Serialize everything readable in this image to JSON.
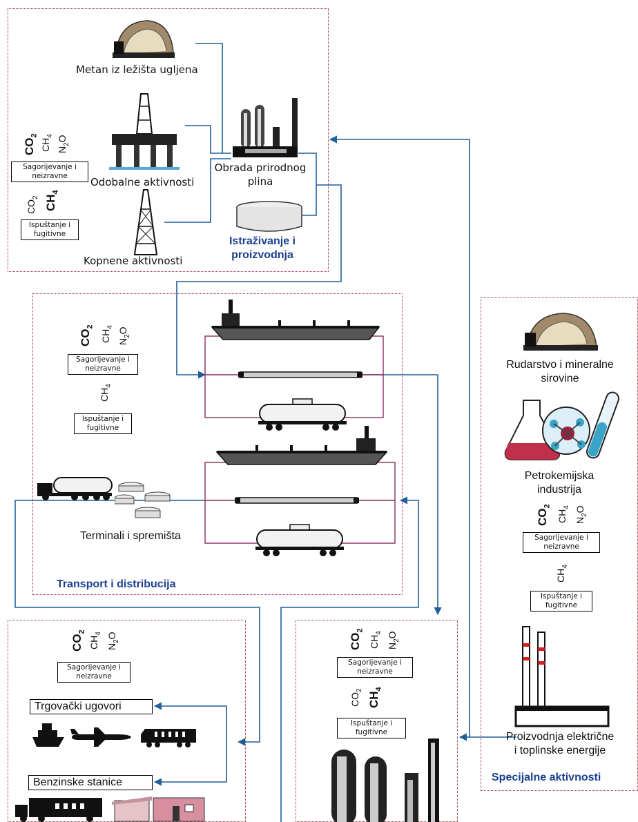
{
  "sections": {
    "exploration": {
      "title": "Istraživanje i\nproizvodnja",
      "coal_methane": "Metan iz ležišta ugljena",
      "offshore": "Odobalne aktivnosti",
      "onshore": "Kopnene aktivnosti",
      "gas_processing": "Obrada prirodnog\nplina",
      "gases_combustion": [
        "CO2",
        "CH4",
        "N2O"
      ],
      "gases_fugitive": [
        "CO2",
        "CH4"
      ],
      "label_combustion": "Sagorijevanje i\nneizravne",
      "label_fugitive": "Ispuštanje i\nfugitivne"
    },
    "transport": {
      "title": "Transport i distribucija",
      "terminals": "Terminali i spremišta",
      "gases_combustion": [
        "CO2",
        "CH4",
        "N2O"
      ],
      "gases_fugitive": [
        "CH4"
      ],
      "label_combustion": "Sagorijevanje i\nneizravne",
      "label_fugitive": "Ispuštanje i\nfugitivne"
    },
    "distribution": {
      "gases_combustion": [
        "CO2",
        "CH4",
        "N2O"
      ],
      "label_combustion": "Sagorijevanje i\nneizravne",
      "trade": "Trgovački ugovori",
      "fuel_stations": "Benzinske stanice"
    },
    "refining": {
      "gases_combustion": [
        "CO2",
        "CH4",
        "N2O"
      ],
      "gases_fugitive": [
        "CO2",
        "CH4"
      ],
      "label_combustion": "Sagorijevanje i\nneizravne",
      "label_fugitive": "Ispuštanje i\nfugitivne"
    },
    "special": {
      "title": "Specijalne aktivnosti",
      "mining": "Rudarstvo i mineralne\nsirovine",
      "petrochem": "Petrokemijska\nindustrija",
      "power": "Proizvodnja električne\ni toplinske energije",
      "gases_combustion": [
        "CO2",
        "CH4",
        "N2O"
      ],
      "gases_fugitive": [
        "CH4"
      ],
      "label_combustion": "Sagorijevanje i\nneizravne",
      "label_fugitive": "Ispuštanje i\nfugitivne"
    }
  },
  "colors": {
    "flow_line": "#1f5f9a",
    "pipe_line": "#8a2a5a",
    "box_border": "#9a2a3a",
    "title_text": "#1a3f8f"
  }
}
